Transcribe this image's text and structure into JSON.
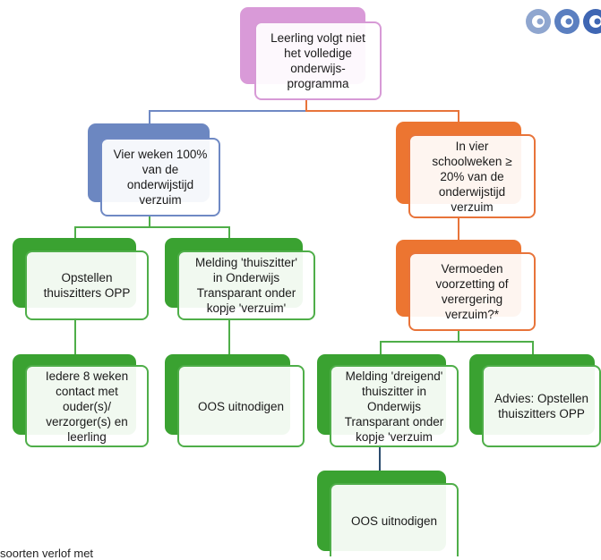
{
  "colors": {
    "pink": "#d99ad8",
    "pink_border": "#d79ad6",
    "blue": "#6c87c1",
    "blue_border": "#6f89c4",
    "orange": "#ec7531",
    "orange_border": "#e8743a",
    "green": "#3aa231",
    "green_border": "#4fae49",
    "connector_blue": "#6f89c4",
    "connector_orange": "#e8743a",
    "connector_green": "#4fae49",
    "connector_dark": "#2c4c6e"
  },
  "logo": {
    "icon": "swirl-logo-icon"
  },
  "nodes": {
    "root": "Leerling volgt niet\nhet volledige\nonderwijs-\nprogramma",
    "left": "Vier weken 100%\nvan de\nonderwijstijd\nverzuim",
    "right": "In vier\nschoolweken ≥\n20% van de\nonderwijstijd\nverzuim",
    "l1": "Opstellen\nthuiszitters OPP",
    "l2": "Melding 'thuiszitter'\nin Onderwijs\nTransparant onder\nkopje 'verzuim'",
    "r1": "Vermoeden\nvoorzetting of\nverergering\nverzuim?*",
    "l1b": "Iedere 8 weken\ncontact met\nouder(s)/\nverzorger(s) en\nleerling",
    "l2b": "OOS uitnodigen",
    "r2a": "Melding 'dreigend'\nthuiszitter in\nOnderwijs\nTransparant onder\nkopje 'verzuim",
    "r2b": "Advies: Opstellen\nthuiszitters OPP",
    "r3": "OOS uitnodigen"
  },
  "footer": "soorten verlof met"
}
